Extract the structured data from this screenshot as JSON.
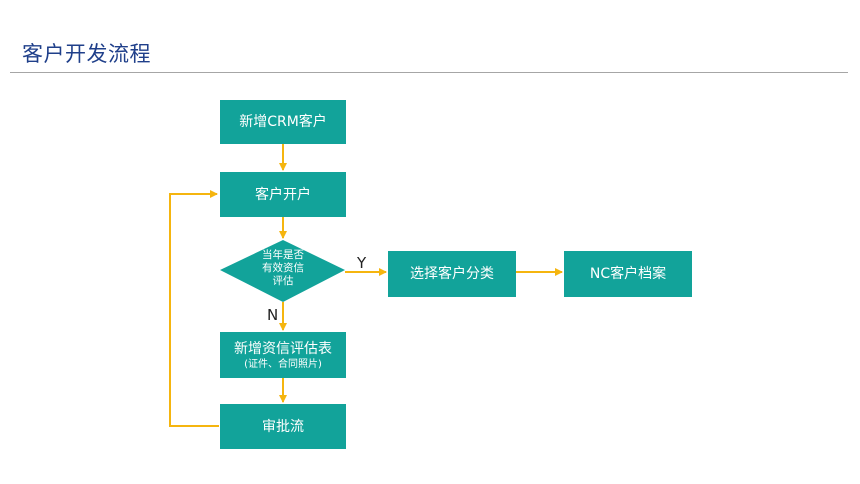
{
  "header": {
    "title": "客户开发流程"
  },
  "flow": {
    "nodes": {
      "new_crm": "新增CRM客户",
      "open_account": "客户开户",
      "decision_line1": "当年是否",
      "decision_line2": "有效资信",
      "decision_line3": "评估",
      "new_assessment": "新增资信评估表",
      "new_assessment_note": "(证件、合同照片)",
      "approval": "审批流",
      "select_category": "选择客户分类",
      "nc_archive": "NC客户档案"
    },
    "labels": {
      "yes": "Y",
      "no": "N"
    }
  },
  "colors": {
    "node_fill": "#12a39a",
    "arrow": "#f5b50f",
    "title": "#1f3f8a",
    "rule": "#a6a6a6"
  }
}
